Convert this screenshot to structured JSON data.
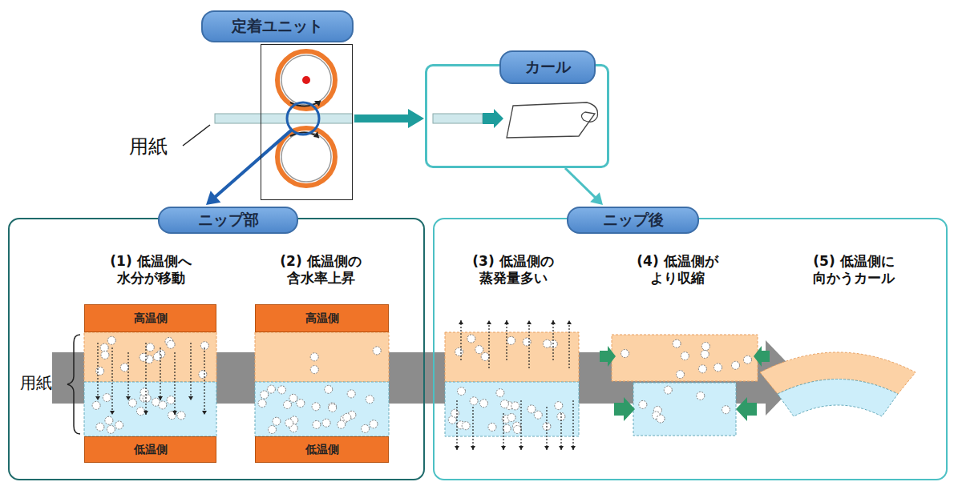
{
  "diagram": {
    "nodes": [
      {
        "text": [
          "定着ユニット"
        ]
      },
      {
        "text": [
          "カール"
        ]
      },
      {
        "text": [
          "ニップ部"
        ]
      },
      {
        "text": [
          "高温側"
        ],
        "in": 2
      },
      {
        "text": [
          "低温側"
        ],
        "in": 2
      },
      {
        "text": [
          "高温側"
        ],
        "in": 2
      },
      {
        "text": [
          "低温側"
        ],
        "in": 2
      },
      {
        "text": [
          "ニップ後"
        ]
      }
    ],
    "edges": [
      {
        "from": 0,
        "to": 2,
        "arrow": "to"
      },
      {
        "from": 0,
        "to": 1,
        "arrow": "to"
      },
      {
        "from": 1,
        "to": 7,
        "arrow": "to"
      }
    ],
    "labels": [
      "用紙",
      "(1) 低温側へ 水分が移動",
      "(2) 低温側の 含水率上昇",
      "(3) 低温側の 蒸発量多い",
      "(4) 低温側が より収縮",
      "(5) 低温側に 向かうカール",
      "用紙"
    ]
  }
}
